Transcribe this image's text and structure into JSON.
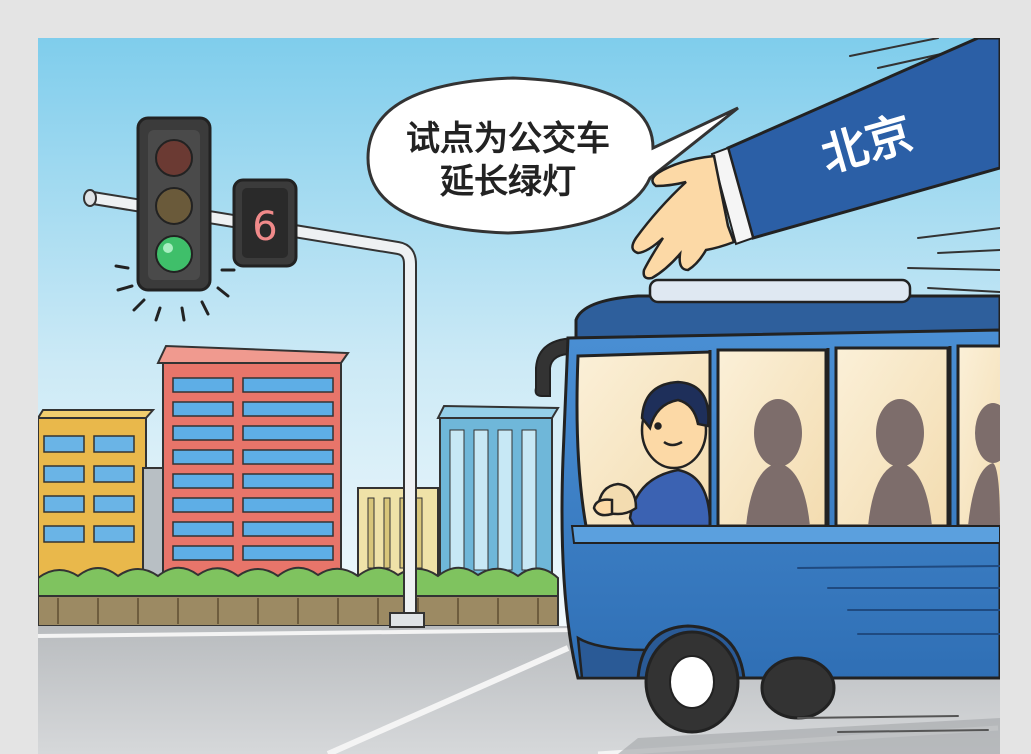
{
  "speech_bubble": {
    "line1": "试点为公交车",
    "line2": "延长绿灯"
  },
  "sleeve_label": "北京",
  "countdown_value": "6",
  "colors": {
    "sky_top": "#8fd3ee",
    "sky_bottom": "#e9f6fb",
    "bus_blue": "#3a7fc8",
    "bus_roof": "#2e5f9c",
    "sleeve_blue": "#2b5fa6",
    "green_light": "#3fbf6a",
    "road_gray": "#c7c9cc",
    "hedge_green": "#6fb85a"
  }
}
